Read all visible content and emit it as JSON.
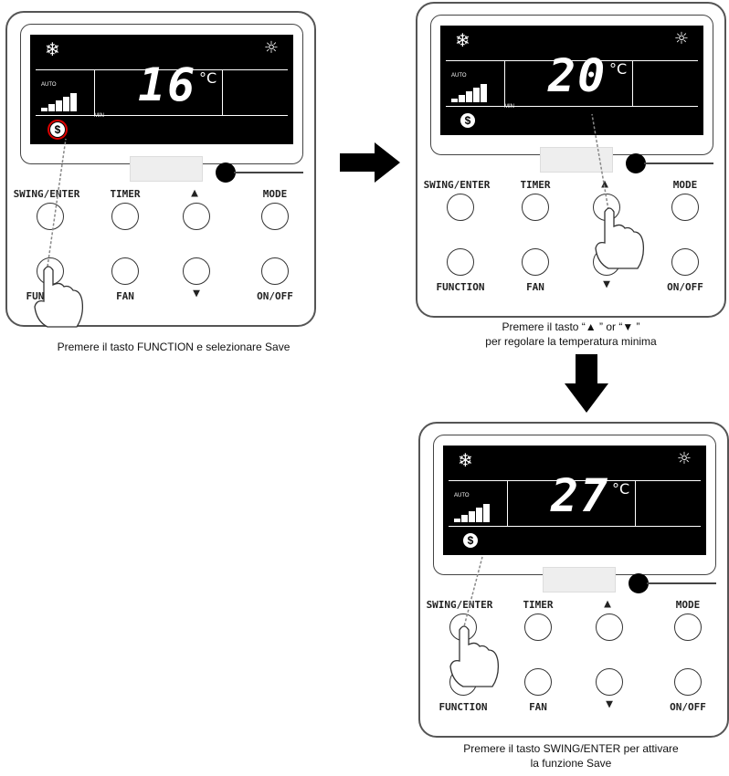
{
  "panels": [
    {
      "temp": "16",
      "unit": "°C",
      "snow": "❄",
      "bulb": "☼",
      "fan_auto": "AUTO",
      "fan_min": "MIN",
      "save": "$",
      "buttons": {
        "swing": "SWING/ENTER",
        "timer": "TIMER",
        "up": "▲",
        "mode": "MODE",
        "function": "FUNCTION",
        "fan": "FAN",
        "down": "▼",
        "onoff": "ON/OFF"
      }
    },
    {
      "temp": "20",
      "unit": "°C",
      "snow": "❄",
      "bulb": "☼",
      "fan_auto": "AUTO",
      "fan_min": "MIN",
      "save": "$",
      "buttons": {
        "swing": "SWING/ENTER",
        "timer": "TIMER",
        "up": "▲",
        "mode": "MODE",
        "function": "FUNCTION",
        "fan": "FAN",
        "down": "▼",
        "onoff": "ON/OFF"
      }
    },
    {
      "temp": "27",
      "unit": "°C",
      "snow": "❄",
      "bulb": "☼",
      "fan_auto": "AUTO",
      "fan_min": "",
      "save": "$",
      "buttons": {
        "swing": "SWING/ENTER",
        "timer": "TIMER",
        "up": "▲",
        "mode": "MODE",
        "function": "FUNCTION",
        "fan": "FAN",
        "down": "▼",
        "onoff": "ON/OFF"
      }
    }
  ],
  "captions": {
    "step1": "Premere il tasto FUNCTION e selezionare Save",
    "step2_line1": "Premere il tasto “▲ ” or “▼ ”",
    "step2_line2": "per regolare la temperatura minima",
    "step3_line1": "Premere il tasto SWING/ENTER per attivare",
    "step3_line2": "la funzione Save"
  },
  "colors": {
    "highlight": "#d00000",
    "pointer": "#888888"
  }
}
